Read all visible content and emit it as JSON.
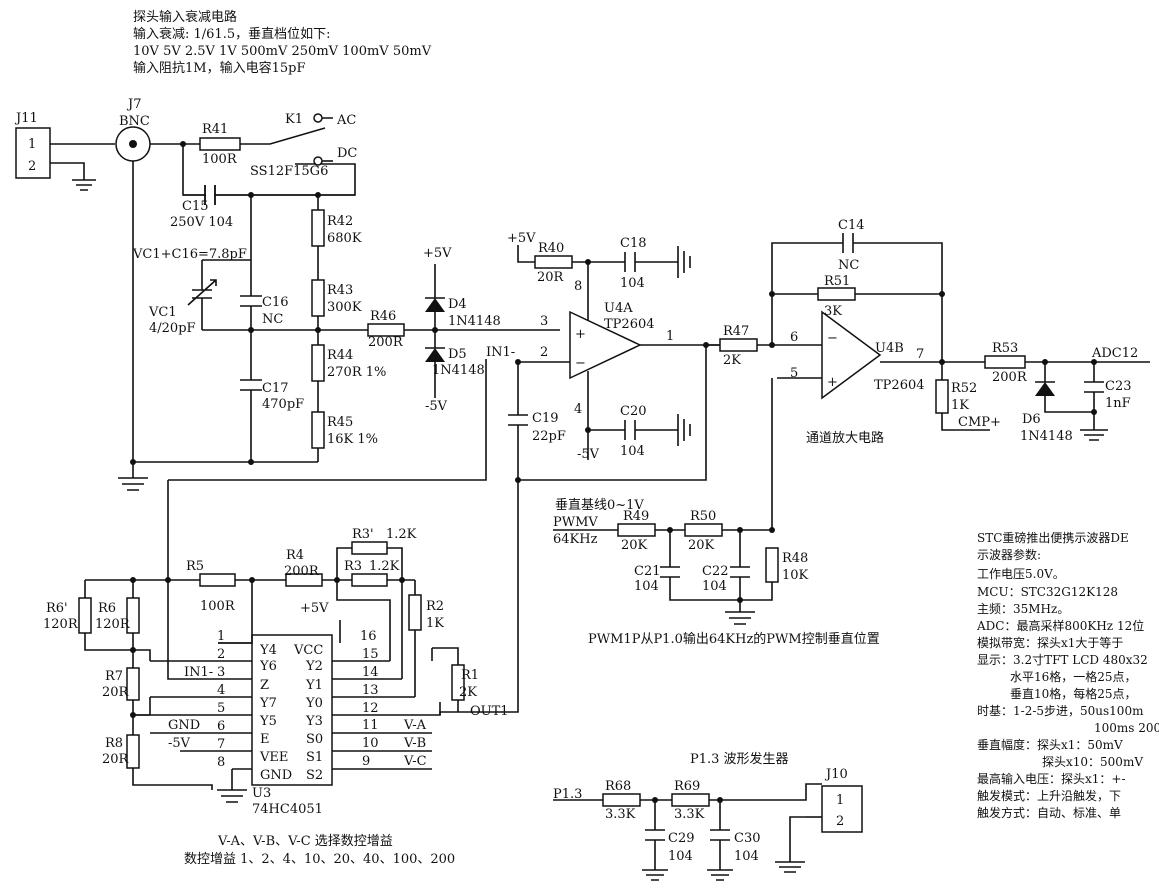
{
  "notes": {
    "probe": [
      "探头输入衰减电路",
      "输入衰减: 1/61.5，垂直档位如下:",
      "10V 5V 2.5V 1V 500mV 250mV 100mV 50mV",
      "输入阻抗1M，输入电容15pF"
    ],
    "amp": "通道放大电路",
    "pwm": "PWM1P从P1.0输出64KHz的PWM控制垂直位置",
    "vbase": "垂直基线0~1V",
    "gain": [
      "V-A、V-B、V-C 选择数控增益",
      "数控增益 1、2、4、10、20、40、100、200"
    ],
    "wave": "P1.3 波形发生器",
    "spec": [
      "STC重磅推出便携示波器DE",
      "示波器参数:",
      "工作电压5.0V。",
      "MCU：STC32G12K128",
      "主频：35MHz。",
      "ADC：最高采样800KHz 12位",
      "模拟带宽：探头x1大于等于",
      "显示：3.2寸TFT LCD 480x32",
      "水平16格，一格25点，",
      "垂直10格，每格25点，",
      "时基：1-2-5步进，50us100m",
      "100ms 200",
      "垂直幅度：探头x1：50mV",
      "探头x10：500mV",
      "最高输入电压：探头x1：+-",
      "触发模式：上升沿触发，下",
      "触发方式：自动、标准、单"
    ]
  },
  "conn": {
    "j11": "J11",
    "j7": "J7",
    "bnc": "BNC",
    "j10": "J10",
    "p1": "1",
    "p2": "2"
  },
  "switch": {
    "k1": "K1",
    "ac": "AC",
    "dc": "DC",
    "part": "SS12F15G6"
  },
  "parts": {
    "r41": "R41",
    "r41v": "100R",
    "c15": "C15",
    "c15v": "250V 104",
    "r42": "R42",
    "r42v": "680K",
    "r43": "R43",
    "r43v": "300K",
    "r44": "R44",
    "r44v": "270R 1%",
    "r45": "R45",
    "r45v": "16K 1%",
    "r46": "R46",
    "r46v": "200R",
    "vc1c16": "VC1+C16=7.8pF",
    "vc1": "VC1",
    "vc1v": "4/20pF",
    "c16": "C16",
    "c16v": "NC",
    "c17": "C17",
    "c17v": "470pF",
    "d4": "D4",
    "d4v": "1N4148",
    "d5": "D5",
    "d5v": "1N4148",
    "p5v": "+5V",
    "m5v": "-5V",
    "r40": "R40",
    "r40v": "20R",
    "c18": "C18",
    "c18v": "104",
    "c19": "C19",
    "c19v": "22pF",
    "c20": "C20",
    "c20v": "104",
    "in1": "IN1-",
    "u4a": "U4A",
    "tp": "TP2604",
    "u4b": "U4B",
    "r47": "R47",
    "r47v": "2K",
    "c14": "C14",
    "c14v": "NC",
    "r51": "R51",
    "r51v": "3K",
    "r52": "R52",
    "r52v": "1K",
    "cmp": "CMP+",
    "r53": "R53",
    "r53v": "200R",
    "adc": "ADC12",
    "d6": "D6",
    "d6v": "1N4148",
    "c23": "C23",
    "c23v": "1nF",
    "pwmv": "PWMV",
    "f64": "64KHz",
    "r49": "R49",
    "r49v": "20K",
    "r50": "R50",
    "r50v": "20K",
    "c21": "C21",
    "c21v": "104",
    "c22": "C22",
    "c22v": "104",
    "r48": "R48",
    "r48v": "10K",
    "r3p": "R3'",
    "r3pv": "1.2K",
    "r3": "R3",
    "r3v": "1.2K",
    "r4": "R4",
    "r4v": "200R",
    "r5": "R5",
    "r5v": "100R",
    "r6p": "R6'",
    "r6pv": "120R",
    "r6": "R6",
    "r6v": "120R",
    "r7": "R7",
    "r7v": "20R",
    "r8": "R8",
    "r8v": "20R",
    "r2": "R2",
    "r2v": "1K",
    "r1": "R1",
    "r1v": "2K",
    "out1": "OUT1",
    "gnd": "GND",
    "m5b": "-5V",
    "va": "V-A",
    "vb": "V-B",
    "vc": "V-C",
    "u3": "U3",
    "hc": "74HC4051",
    "p13": "P1.3",
    "r68": "R68",
    "r68v": "3.3K",
    "r69": "R69",
    "r69v": "3.3K",
    "c29": "C29",
    "c29v": "104",
    "c30": "C30",
    "c30v": "104"
  },
  "pins": {
    "p1": "1",
    "p2": "2",
    "p3": "3",
    "p4": "4",
    "p5": "5",
    "p6": "6",
    "p7": "7",
    "p8": "8",
    "p9": "9",
    "p10": "10",
    "p11": "11",
    "p12": "12",
    "p13": "13",
    "p14": "14",
    "p15": "15",
    "p16": "16"
  },
  "chip": {
    "y4": "Y4",
    "y6": "Y6",
    "z": "Z",
    "y7": "Y7",
    "y5": "Y5",
    "e": "E",
    "vee": "VEE",
    "gnd": "GND",
    "vcc": "VCC",
    "y2": "Y2",
    "y1": "Y1",
    "y0": "Y0",
    "y3": "Y3",
    "s0": "S0",
    "s1": "S1",
    "s2": "S2"
  }
}
